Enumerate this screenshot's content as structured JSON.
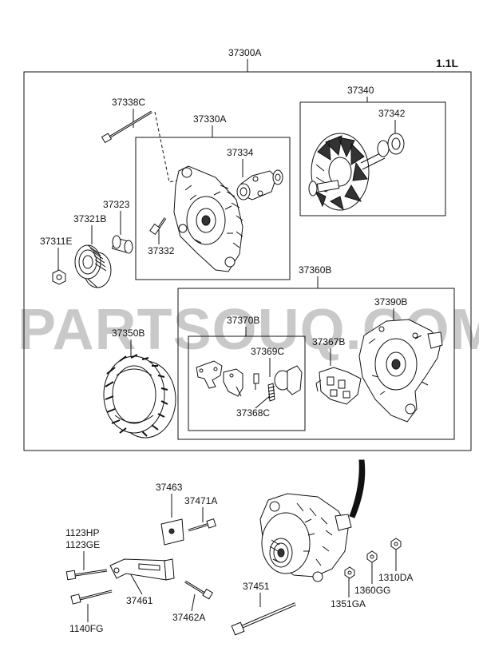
{
  "diagram": {
    "variant_label": "1.1L",
    "watermark": "PARTSOUQ.COM",
    "labels": {
      "assembly": "37300A",
      "bolt_through": "37338C",
      "front_bracket": "37330A",
      "bearing_front": "37334",
      "bearing_cover": "37323",
      "pulley": "37321B",
      "nut": "37311E",
      "bolt_small": "37332",
      "rotor": "37340",
      "bearing_rear": "37342",
      "rear_group": "37360B",
      "rear_bracket": "37390B",
      "brush_holder": "37370B",
      "brush": "37369C",
      "spring": "37368C",
      "rectifier": "37367B",
      "stator": "37350B",
      "plate": "37463",
      "bolt_plate": "37471A",
      "bolt_a1": "1123HP",
      "bolt_a2": "1123GE",
      "bracket": "37461",
      "bolt_b": "1140FG",
      "bolt_bracket": "37462A",
      "bolt_long": "37451",
      "nut_a": "1351GA",
      "nut_b": "1360GG",
      "nut_c": "1310DA"
    }
  }
}
